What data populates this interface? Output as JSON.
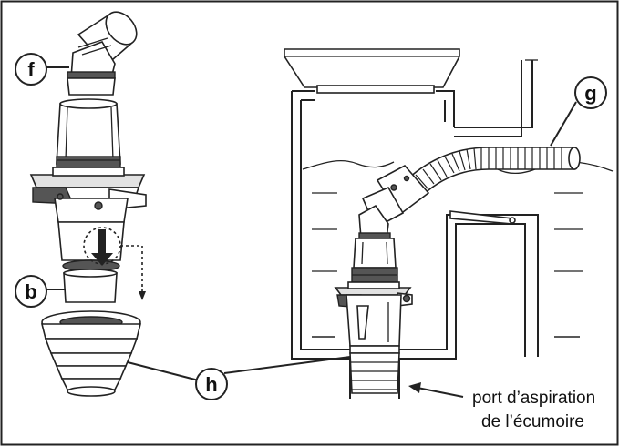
{
  "labels": {
    "f": "f",
    "b": "b",
    "h": "h",
    "g": "g"
  },
  "caption": {
    "line1": "port d’aspiration",
    "line2": "de l’écumoire"
  }
}
